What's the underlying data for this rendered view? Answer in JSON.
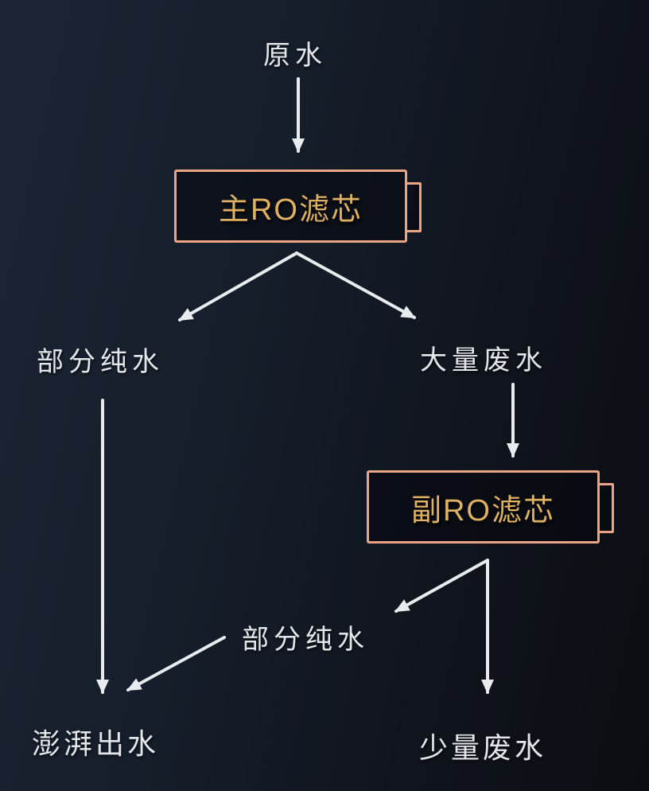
{
  "diagram": {
    "type": "flowchart",
    "topic": "RO water purifier filtration flow",
    "nodes": {
      "source": "原水",
      "main_filter": "主RO滤芯",
      "partial_pure_1": "部分纯水",
      "large_waste": "大量废水",
      "secondary_filter": "副RO滤芯",
      "partial_pure_2": "部分纯水",
      "strong_output": "澎湃出水",
      "small_waste": "少量废水"
    },
    "edges": [
      {
        "from": "source",
        "to": "main_filter"
      },
      {
        "from": "main_filter",
        "to": "partial_pure_1"
      },
      {
        "from": "main_filter",
        "to": "large_waste"
      },
      {
        "from": "large_waste",
        "to": "secondary_filter"
      },
      {
        "from": "secondary_filter",
        "to": "partial_pure_2"
      },
      {
        "from": "secondary_filter",
        "to": "small_waste"
      },
      {
        "from": "partial_pure_1",
        "to": "strong_output"
      },
      {
        "from": "partial_pure_2",
        "to": "strong_output"
      }
    ],
    "colors": {
      "background_left": "#1b2433",
      "background_right": "#0c0d11",
      "label_text": "#e3e7eb",
      "filter_text": "#dfb163",
      "filter_border": "#eba586",
      "arrow": "#e9ecef"
    }
  }
}
